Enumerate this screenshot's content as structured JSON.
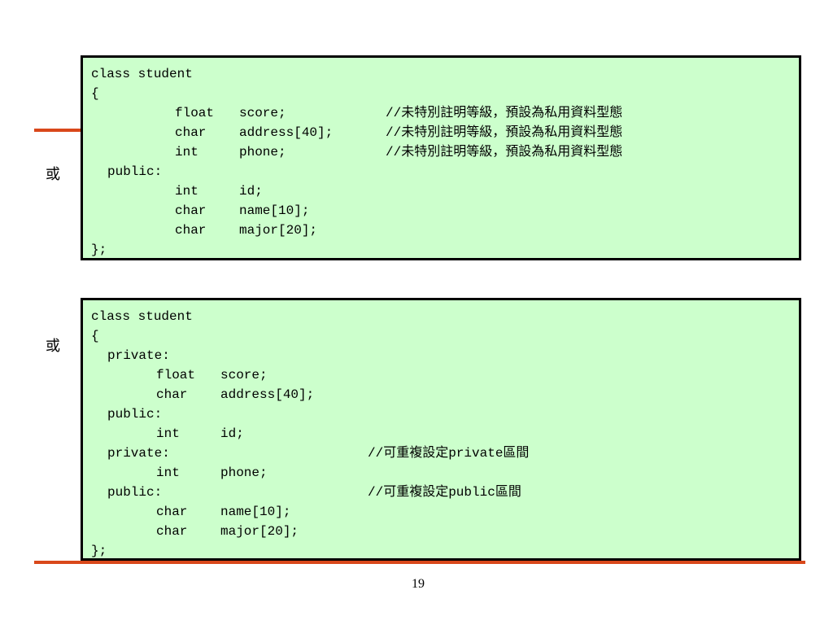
{
  "or_labels": [
    "或",
    "或"
  ],
  "page_number": "19",
  "block1": {
    "lines": [
      {
        "a": "class student"
      },
      {
        "a": "{"
      },
      {
        "a": "float",
        "b": "score;",
        "c": "//未特別註明等級，預設為私用資料型態"
      },
      {
        "a": "char",
        "b": "address[40];",
        "c": "//未特別註明等級，預設為私用資料型態"
      },
      {
        "a": "int",
        "b": "phone;",
        "c": "//未特別註明等級，預設為私用資料型態"
      },
      {
        "a": "public:"
      },
      {
        "a": "int",
        "b": "id;"
      },
      {
        "a": "char",
        "b": "name[10];"
      },
      {
        "a": "char",
        "b": "major[20];"
      },
      {
        "a": "};"
      }
    ]
  },
  "block2": {
    "lines": [
      {
        "a": "class student"
      },
      {
        "a": "{"
      },
      {
        "a": "private:"
      },
      {
        "a": "float",
        "b": "score;"
      },
      {
        "a": "char",
        "b": "address[40];"
      },
      {
        "a": "public:"
      },
      {
        "a": "int",
        "b": "id;"
      },
      {
        "a": "private:",
        "c": "//可重複設定private區間"
      },
      {
        "a": "int",
        "b": "phone;"
      },
      {
        "a": "public:",
        "c": "//可重複設定public區間"
      },
      {
        "a": "char",
        "b": "name[10];"
      },
      {
        "a": "char",
        "b": "major[20];"
      },
      {
        "a": "};"
      }
    ]
  }
}
